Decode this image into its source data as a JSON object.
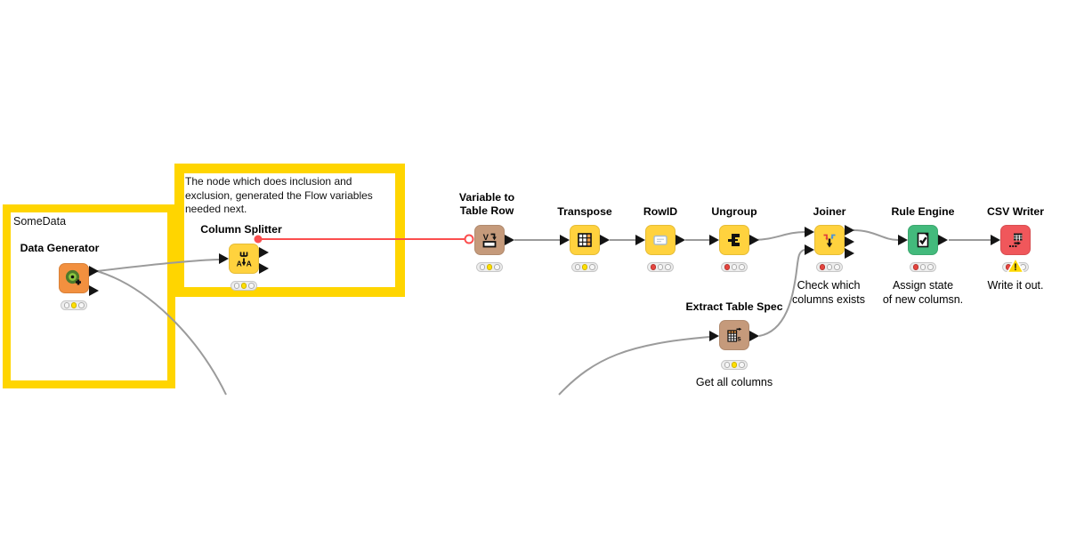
{
  "groups": {
    "somedata": {
      "label": "SomeData"
    },
    "annotation": {
      "text": "The node which does inclusion and exclusion, generated the Flow variables needed next."
    }
  },
  "nodes": [
    {
      "id": "data-generator",
      "label_lines": [
        "Data Generator"
      ],
      "caption_lines": [],
      "icon": "data-generator",
      "color": "#F2903F",
      "traffic": "yellow",
      "warning": false
    },
    {
      "id": "column-splitter",
      "label_lines": [
        "Column Splitter"
      ],
      "caption_lines": [],
      "icon": "column-splitter",
      "color": "#FFD23E",
      "traffic": "yellow",
      "warning": false
    },
    {
      "id": "variable-to-table-row",
      "label_lines": [
        "Variable to",
        "Table Row"
      ],
      "caption_lines": [],
      "icon": "variable-to-table-row",
      "color": "#C59A7B",
      "traffic": "yellow",
      "warning": false
    },
    {
      "id": "transpose",
      "label_lines": [
        "Transpose"
      ],
      "caption_lines": [],
      "icon": "transpose",
      "color": "#FFD23E",
      "traffic": "yellow",
      "warning": false
    },
    {
      "id": "rowid",
      "label_lines": [
        "RowID"
      ],
      "caption_lines": [],
      "icon": "rowid",
      "color": "#FFD23E",
      "traffic": "red",
      "warning": false
    },
    {
      "id": "ungroup",
      "label_lines": [
        "Ungroup"
      ],
      "caption_lines": [],
      "icon": "ungroup",
      "color": "#FFD23E",
      "traffic": "red",
      "warning": false
    },
    {
      "id": "joiner",
      "label_lines": [
        "Joiner"
      ],
      "caption_lines": [
        "Check which",
        "columns exists"
      ],
      "icon": "joiner",
      "color": "#FFD23E",
      "traffic": "red",
      "warning": false
    },
    {
      "id": "rule-engine",
      "label_lines": [
        "Rule Engine"
      ],
      "caption_lines": [
        "Assign state",
        "of new columsn."
      ],
      "icon": "rule-engine",
      "color": "#43BA7C",
      "traffic": "red",
      "warning": false
    },
    {
      "id": "csv-writer",
      "label_lines": [
        "CSV Writer"
      ],
      "caption_lines": [
        "Write it out."
      ],
      "icon": "csv-writer",
      "color": "#F0575B",
      "traffic": "red",
      "warning": true
    },
    {
      "id": "extract-table-spec",
      "label_lines": [
        "Extract Table Spec"
      ],
      "caption_lines": [
        "Get all columns"
      ],
      "icon": "extract-table-spec",
      "color": "#C59A7B",
      "traffic": "yellow",
      "warning": false
    }
  ],
  "colors": {
    "group_border": "#FFD500",
    "wire": "#9B9B9B",
    "flow_variable_wire": "#FB4E4E",
    "port": "#141414",
    "traffic_yellow": "#FFE000",
    "traffic_red": "#E6453F",
    "warning_triangle": "#FFD800"
  }
}
